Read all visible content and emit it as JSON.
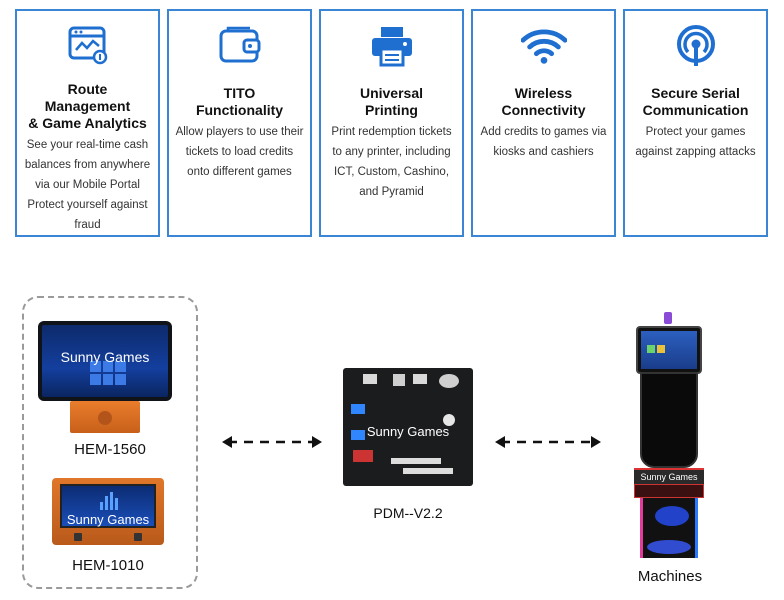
{
  "features": [
    {
      "icon": "analytics-icon",
      "title": "Route\nManagement\n& Game Analytics",
      "desc": "See your real-time cash balances from anywhere via our Mobile Portal Protect yourself against fraud"
    },
    {
      "icon": "wallet-icon",
      "title": "TITO\nFunctionality",
      "desc": "Allow players to use their tickets to load credits onto different games"
    },
    {
      "icon": "printer-icon",
      "title": "Universal\nPrinting",
      "desc": "Print redemption tickets to any printer, including ICT, Custom, Cashino, and Pyramid"
    },
    {
      "icon": "wifi-icon",
      "title": "Wireless\nConnectivity",
      "desc": "Add credits to games via kiosks and cashiers"
    },
    {
      "icon": "broadcast-icon",
      "title": "Secure Serial\nCommunication",
      "desc": "Protect your games against zapping attacks"
    }
  ],
  "devices": {
    "hem1560": {
      "screen_text": "Sunny Games",
      "label": "HEM-1560"
    },
    "hem1010": {
      "screen_text": "Sunny Games",
      "label": "HEM-1010"
    },
    "pdm": {
      "board_text": "Sunny Games",
      "label": "PDM--V2.2"
    },
    "machines": {
      "screen_text": "Sunny Games",
      "label": "Machines"
    }
  },
  "colors": {
    "accent": "#3a86d4",
    "icon_blue": "#1f6fd1"
  }
}
